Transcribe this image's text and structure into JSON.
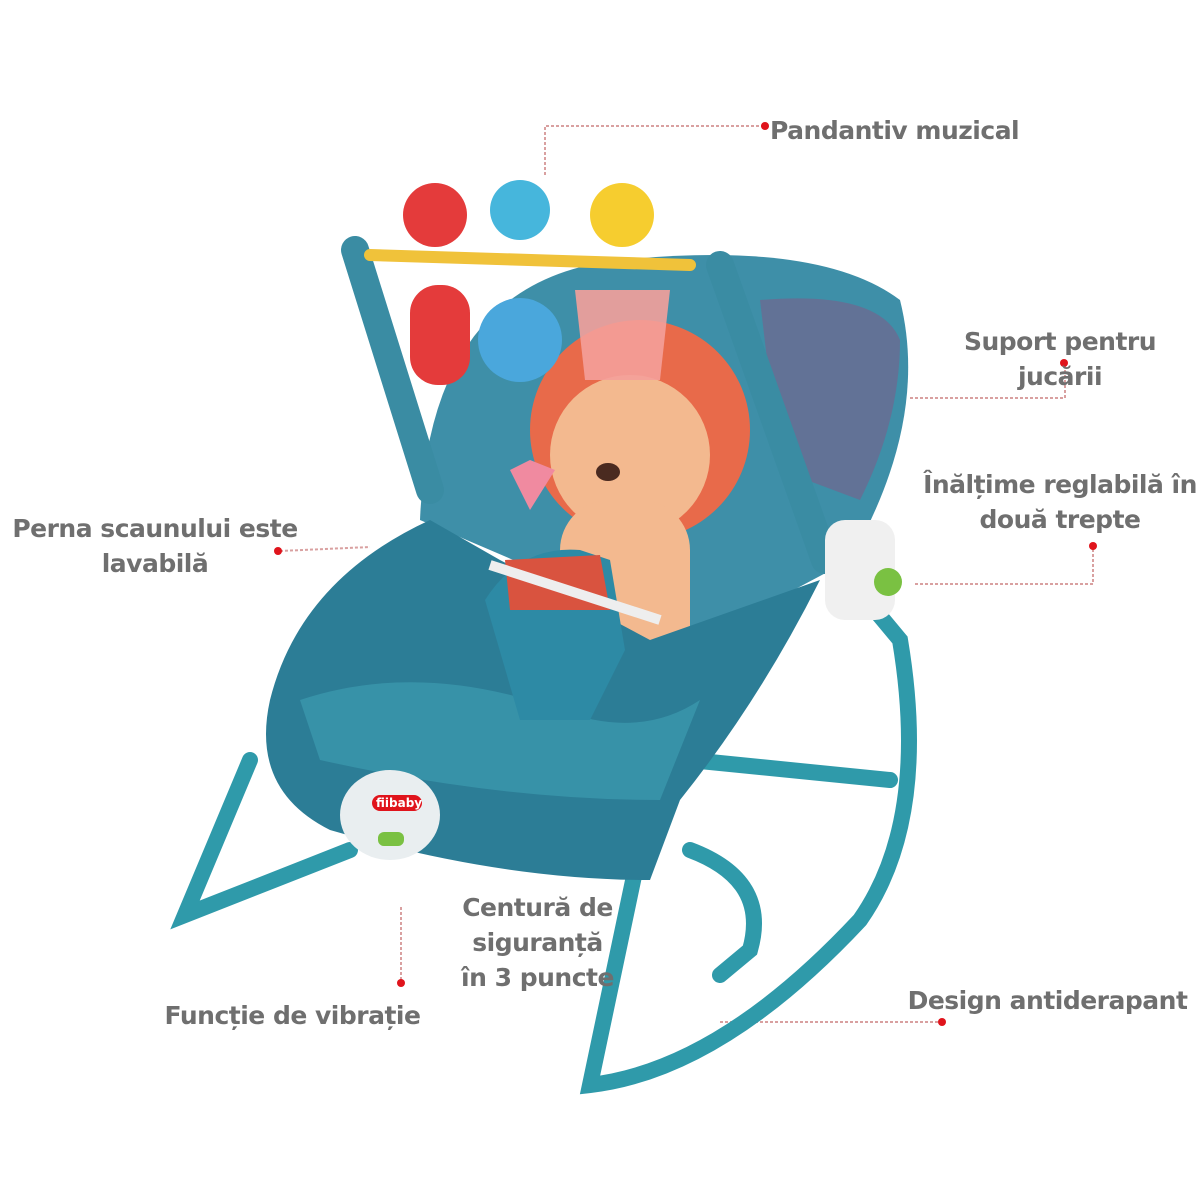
{
  "labels": {
    "musical_pendant": "Pandantiv muzical",
    "toy_support": "Suport pentru jucării",
    "adjustable_height_line1": "Înălțime reglabilă în",
    "adjustable_height_line2": "două trepte",
    "washable_cushion_line1": "Perna scaunului este",
    "washable_cushion_line2": "lavabilă",
    "seat_belt_line1": "Centură de",
    "seat_belt_line2": "siguranță",
    "seat_belt_line3": "în 3 puncte",
    "vibration": "Funcție de vibrație",
    "anti_slip": "Design antiderapant"
  },
  "product": {
    "brand": "fiibaby"
  },
  "colors": {
    "frame": "#2f9aaa",
    "fabric": "#2c7d96",
    "lion": "#f3b98f",
    "mane": "#e86a4a",
    "callout_dot": "#e0141c",
    "callout_line": "#d9a0a0",
    "label_text": "#6f6f6f"
  }
}
